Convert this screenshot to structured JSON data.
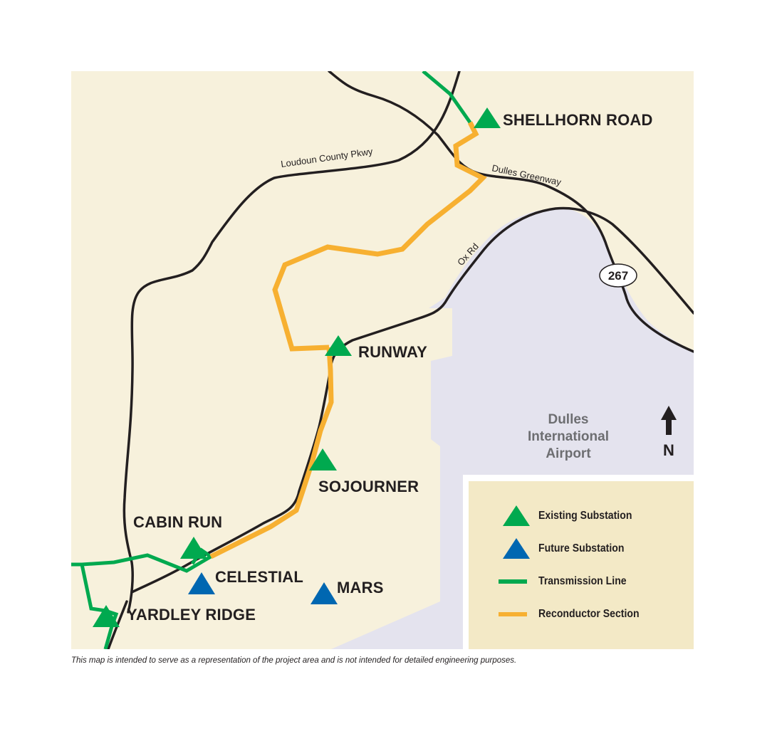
{
  "colors": {
    "land": "#f7f1dc",
    "airport": "#e4e3ee",
    "road": "#231f20",
    "transmission_line": "#00a94f",
    "reconductor_section": "#f7b031",
    "existing_substation": "#00a94f",
    "future_substation": "#0067b1",
    "legend_bg": "#f3e9c6",
    "airport_text": "#6d6e71"
  },
  "roads": [
    {
      "name": "Loudoun County Pkwy",
      "label": "Loudoun County Pkwy"
    },
    {
      "name": "Dulles Greenway",
      "label": "Dulles Greenway"
    },
    {
      "name": "Ox Rd",
      "label": "Ox Rd"
    },
    {
      "name": "Route 267",
      "label": "267"
    }
  ],
  "substations": [
    {
      "name": "SHELLHORN ROAD",
      "type": "existing"
    },
    {
      "name": "RUNWAY",
      "type": "existing"
    },
    {
      "name": "SOJOURNER",
      "type": "existing"
    },
    {
      "name": "CABIN RUN",
      "type": "existing"
    },
    {
      "name": "CELESTIAL",
      "type": "future"
    },
    {
      "name": "MARS",
      "type": "future"
    },
    {
      "name": "YARDLEY RIDGE",
      "type": "existing"
    }
  ],
  "airport": {
    "line1": "Dulles",
    "line2": "International",
    "line3": "Airport"
  },
  "north_arrow": {
    "label": "N"
  },
  "legend": {
    "items": [
      {
        "label": "Existing Substation",
        "symbol": "green-triangle"
      },
      {
        "label": "Future Substation",
        "symbol": "blue-triangle"
      },
      {
        "label": "Transmission Line",
        "symbol": "green-line"
      },
      {
        "label": "Reconductor Section",
        "symbol": "orange-line"
      }
    ]
  },
  "disclaimer": "This map is intended to serve as a representation of the project area and is not intended for detailed engineering purposes."
}
